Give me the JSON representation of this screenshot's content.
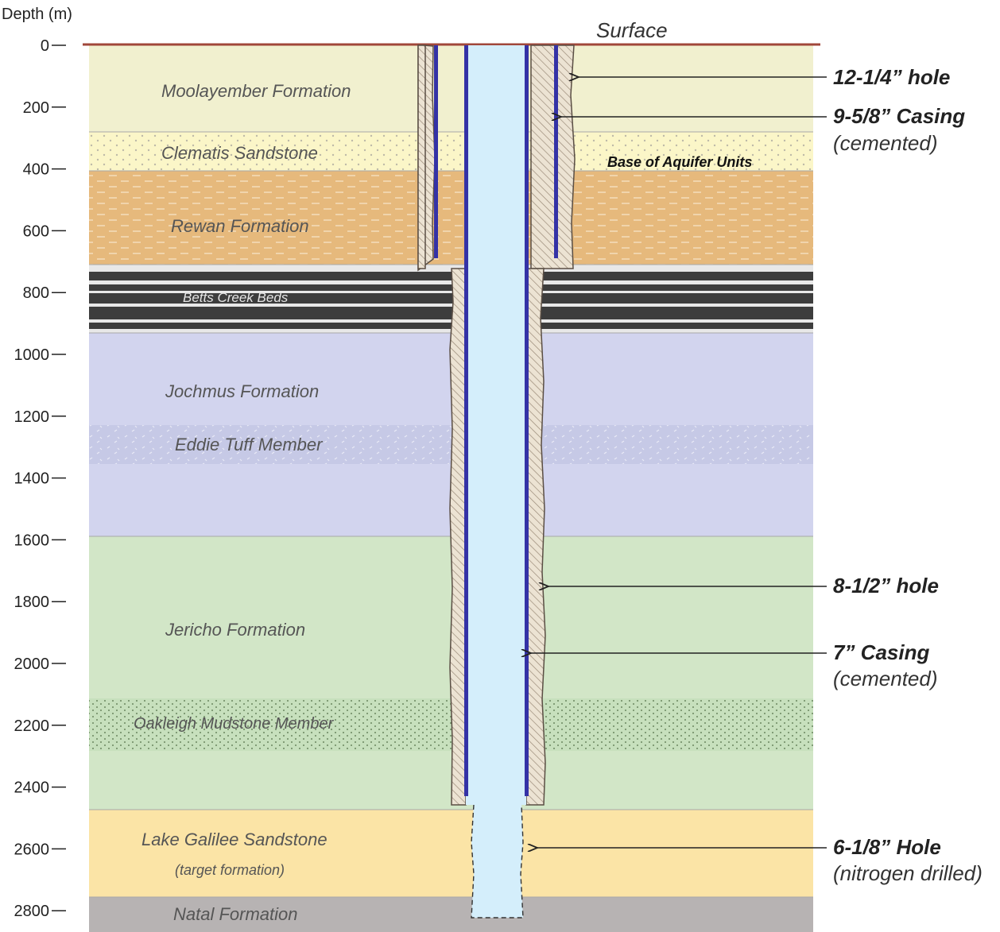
{
  "axis": {
    "label": "Depth (m)",
    "ticks": [
      "0",
      "200",
      "400",
      "600",
      "800",
      "1000",
      "1200",
      "1400",
      "1600",
      "1800",
      "2000",
      "2200",
      "2400",
      "2600",
      "2800"
    ]
  },
  "surface_label": "Surface",
  "layers": {
    "moolayember": "Moolayember Formation",
    "clematis": "Clematis Sandstone",
    "rewan": "Rewan Formation",
    "betts": "Betts Creek Beds",
    "jochmus": "Jochmus Formation",
    "eddie": "Eddie Tuff Member",
    "jericho": "Jericho Formation",
    "oakleigh": "Oakleigh Mudstone Member",
    "lake_galilee": "Lake Galilee Sandstone",
    "lake_galilee_note": "(target formation)",
    "natal": "Natal Formation"
  },
  "aquifer_label": "Base of Aquifer Units",
  "callouts": {
    "hole_12": "12-1/4” hole",
    "casing_9_title": "9-5/8” Casing",
    "casing_9_note": "(cemented)",
    "hole_8": "8-1/2” hole",
    "casing_7_title": "7” Casing",
    "casing_7_note": "(cemented)",
    "hole_6_title": "6-1/8” Hole",
    "hole_6_note": "(nitrogen drilled)"
  },
  "colors": {
    "surface_line": "#a0473a",
    "moolayember": "#f1f0cf",
    "clematis": "#fbf6c8",
    "rewan": "#e6b97c",
    "betts_dark": "#3d3d3d",
    "jochmus": "#d2d4ee",
    "eddie": "#c6c9e6",
    "jericho": "#d2e6c7",
    "oakleigh": "#c7e0bd",
    "lake_galilee": "#fbe4a6",
    "natal": "#b7b3b3",
    "borehole_fluid": "#d4eefb",
    "casing": "#3432a6",
    "cement": "#e6dccb"
  }
}
